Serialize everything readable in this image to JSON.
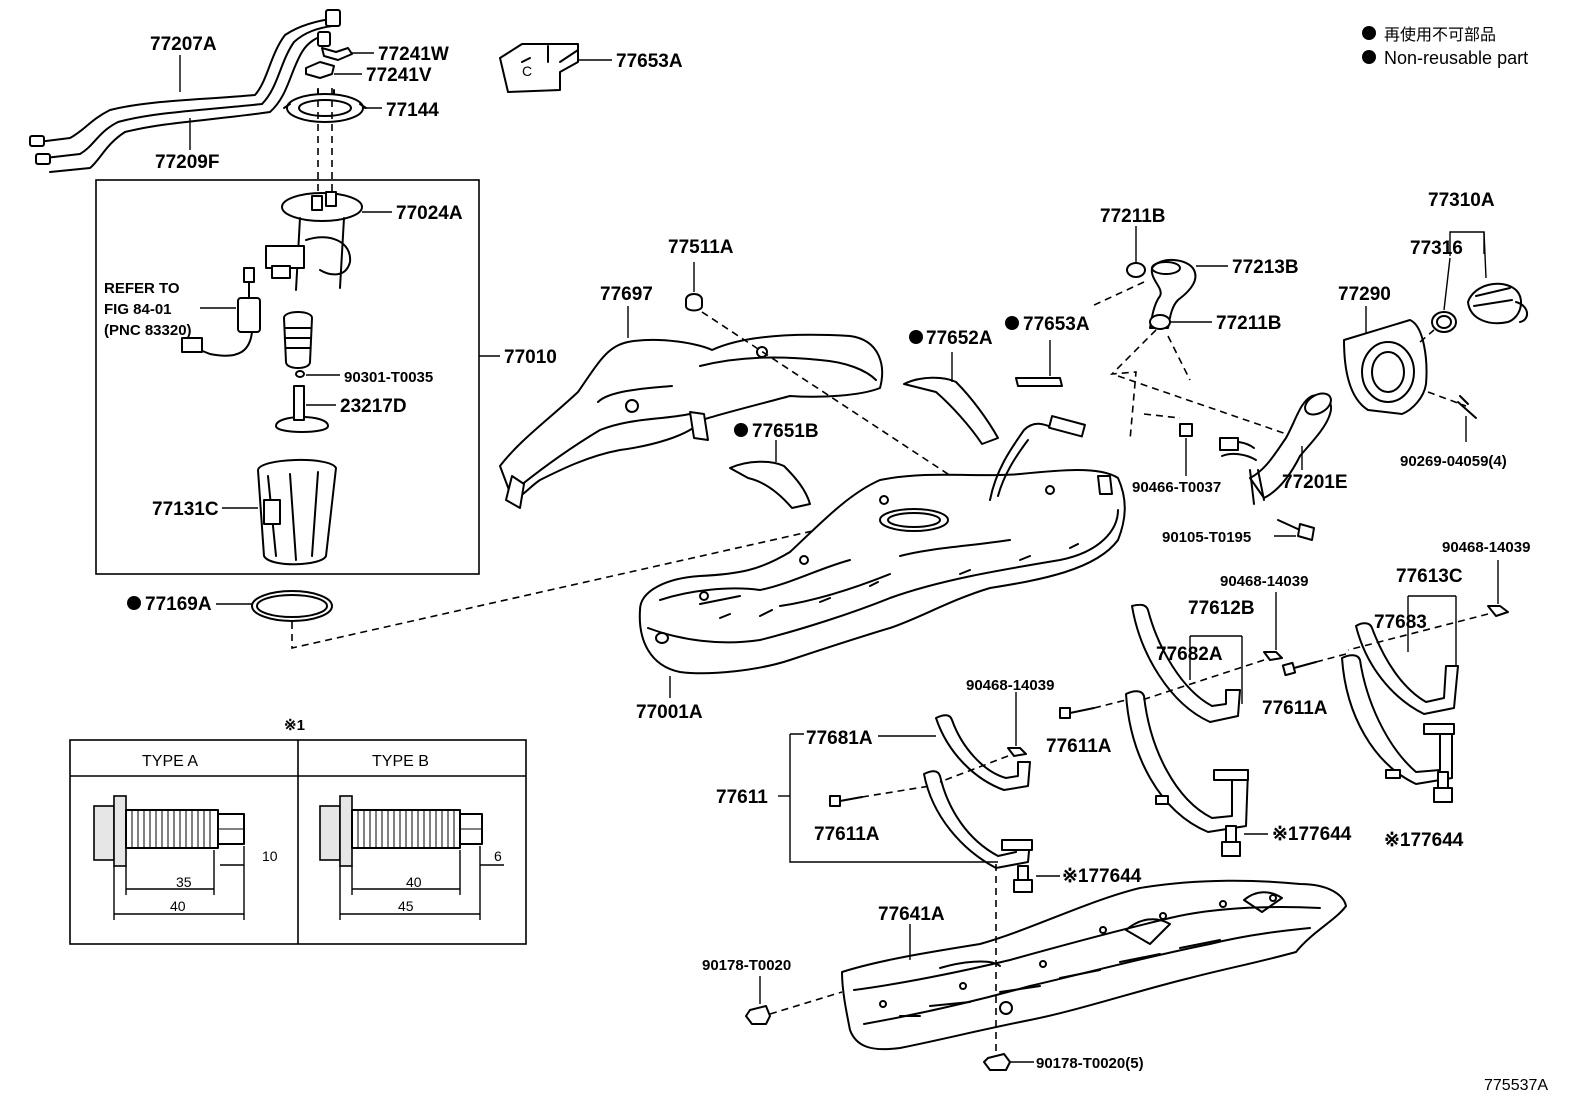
{
  "legend": {
    "line_jp": "再使用不可部品",
    "line_en": "Non-reusable part"
  },
  "figure_code": "775537A",
  "callouts": {
    "c77207A": "77207A",
    "c77209F": "77209F",
    "c77241W": "77241W",
    "c77241V": "77241V",
    "c77144": "77144",
    "c77653A_top": "77653A",
    "c77024A": "77024A",
    "refer_line1": "REFER TO",
    "refer_line2": "FIG 84-01",
    "refer_line3": "(PNC 83320)",
    "c90301": "90301-T0035",
    "c23217D": "23217D",
    "c77131C": "77131C",
    "c77010": "77010",
    "c77169A": "77169A",
    "c77511A": "77511A",
    "c77697": "77697",
    "c77652A": "77652A",
    "c77653A_mid": "77653A",
    "c77651B": "77651B",
    "c77001A": "77001A",
    "c77211B_top": "77211B",
    "c77213B": "77213B",
    "c77211B_bot": "77211B",
    "c77310A": "77310A",
    "c77316": "77316",
    "c77290": "77290",
    "c77201E": "77201E",
    "c90466": "90466-T0037",
    "c90269": "90269-04059(4)",
    "c90105": "90105-T0195",
    "c90468_a": "90468-14039",
    "c90468_b": "90468-14039",
    "c90468_c": "90468-14039",
    "c77613C": "77613C",
    "c77612B": "77612B",
    "c77683": "77683",
    "c77682A": "77682A",
    "c77611A_a": "77611A",
    "c77611A_b": "77611A",
    "c77611A_c": "77611A",
    "c77681A": "77681A",
    "c77611": "77611",
    "c77644_a": "※177644",
    "c77644_b": "※177644",
    "c77644_c": "※177644",
    "c77641A": "77641A",
    "c90178_a": "90178-T0020",
    "c90178_b": "90178-T0020(5)"
  },
  "inset": {
    "marker": "※1",
    "type_a": {
      "title": "TYPE A",
      "dim_small": "10",
      "dim_mid": "35",
      "dim_long": "40"
    },
    "type_b": {
      "title": "TYPE B",
      "dim_small": "6",
      "dim_mid": "40",
      "dim_long": "45"
    }
  }
}
